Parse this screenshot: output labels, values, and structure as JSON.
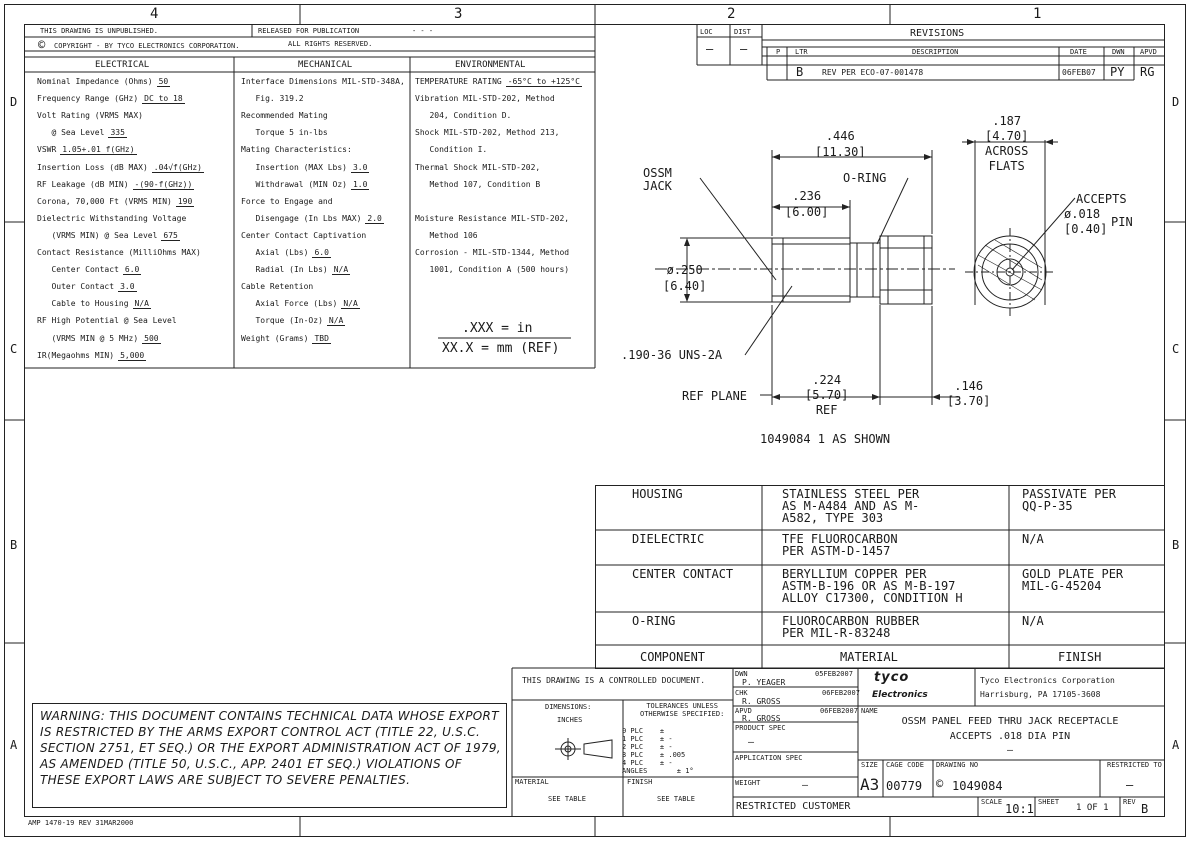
{
  "zones": {
    "cols": [
      "4",
      "3",
      "2",
      "1"
    ],
    "rows": [
      "D",
      "C",
      "B",
      "A"
    ]
  },
  "top_block": {
    "unpublished": "THIS DRAWING IS UNPUBLISHED.",
    "copyright": "COPYRIGHT  -      BY TYCO ELECTRONICS CORPORATION.",
    "released": "RELEASED FOR PUBLICATION",
    "released_dash": "- - -",
    "rights": "ALL RIGHTS RESERVED."
  },
  "revisions": {
    "loc_label": "LOC",
    "dist_label": "DIST",
    "loc_val": "—",
    "dist_val": "—",
    "title": "REVISIONS",
    "p_label": "P",
    "headers": [
      "LTR",
      "DESCRIPTION",
      "DATE",
      "DWN",
      "APVD"
    ],
    "row": [
      "B",
      "REV PER ECO-07-001478",
      "06FEB07",
      "PY",
      "RG"
    ]
  },
  "electrical": {
    "title": "ELECTRICAL",
    "lines": [
      {
        "label": "Nominal Impedance (Ohms)",
        "value": "50"
      },
      {
        "label": "Frequency Range (GHz)",
        "value": "DC to 18"
      },
      {
        "label": "Volt Rating (VRMS MAX)",
        "value": ""
      },
      {
        "label": "   @ Sea Level",
        "value": "335"
      },
      {
        "label": "VSWR",
        "value": "1.05+.01 f(GHz)"
      },
      {
        "label": "Insertion Loss (dB MAX)",
        "value": ".04√f(GHz)"
      },
      {
        "label": "RF Leakage (dB MIN)",
        "value": "-(90-f(GHz))"
      },
      {
        "label": "Corona, 70,000 Ft (VRMS MIN)",
        "value": "190"
      },
      {
        "label": "Dielectric Withstanding Voltage",
        "value": ""
      },
      {
        "label": "   (VRMS MIN) @ Sea Level",
        "value": "675"
      },
      {
        "label": "Contact Resistance (MilliOhms MAX)",
        "value": ""
      },
      {
        "label": "   Center Contact",
        "value": "6.0"
      },
      {
        "label": "   Outer Contact",
        "value": "3.0"
      },
      {
        "label": "   Cable to Housing",
        "value": "N/A"
      },
      {
        "label": "RF High Potential @ Sea Level",
        "value": ""
      },
      {
        "label": "   (VRMS MIN @ 5 MHz)",
        "value": "500"
      },
      {
        "label": "IR(Megaohms MIN)",
        "value": "5,000"
      }
    ]
  },
  "mechanical": {
    "title": "MECHANICAL",
    "lines": [
      {
        "label": "Interface Dimensions MIL-STD-348A,",
        "value": ""
      },
      {
        "label": "   Fig. 319.2",
        "value": ""
      },
      {
        "label": "Recommended Mating",
        "value": ""
      },
      {
        "label": "   Torque 5 in-lbs",
        "value": ""
      },
      {
        "label": "Mating Characteristics:",
        "value": ""
      },
      {
        "label": "   Insertion (MAX Lbs)",
        "value": "3.0"
      },
      {
        "label": "   Withdrawal (MIN Oz)",
        "value": "1.0"
      },
      {
        "label": "Force to Engage and",
        "value": ""
      },
      {
        "label": "   Disengage (In Lbs MAX)",
        "value": "2.0"
      },
      {
        "label": "Center Contact Captivation",
        "value": ""
      },
      {
        "label": "   Axial (Lbs)",
        "value": "6.0"
      },
      {
        "label": "   Radial (In Lbs)",
        "value": "N/A"
      },
      {
        "label": "Cable Retention",
        "value": ""
      },
      {
        "label": "   Axial Force (Lbs)",
        "value": "N/A"
      },
      {
        "label": "   Torque (In-Oz)",
        "value": "N/A"
      },
      {
        "label": "Weight (Grams)",
        "value": "TBD"
      }
    ]
  },
  "environmental": {
    "title": "ENVIRONMENTAL",
    "lines": [
      {
        "label": "TEMPERATURE RATING",
        "value": "-65°C to +125°C"
      },
      {
        "label": "Vibration MIL-STD-202, Method",
        "value": ""
      },
      {
        "label": "   204, Condition D.",
        "value": ""
      },
      {
        "label": "Shock MIL-STD-202, Method 213,",
        "value": ""
      },
      {
        "label": "   Condition I.",
        "value": ""
      },
      {
        "label": "Thermal Shock MIL-STD-202,",
        "value": ""
      },
      {
        "label": "   Method 107, Condition B",
        "value": ""
      },
      {
        "label": "",
        "value": ""
      },
      {
        "label": "Moisture Resistance MIL-STD-202,",
        "value": ""
      },
      {
        "label": "   Method 106",
        "value": ""
      },
      {
        "label": "Corrosion - MIL-STD-1344, Method",
        "value": ""
      },
      {
        "label": "   1001, Condition A (500 hours)",
        "value": ""
      }
    ]
  },
  "units_note": {
    "line1": ".XXX = in",
    "line2": "XX.X = mm (REF)"
  },
  "drawing": {
    "ossm_jack": [
      "OSSM",
      "JACK"
    ],
    "oring": "O-RING",
    "dim_446": [
      ".446",
      "[11.30]"
    ],
    "dim_236": [
      ".236",
      "[6.00]"
    ],
    "dim_250": [
      "ø.250",
      "[6.40]"
    ],
    "thread": ".190-36 UNS-2A",
    "ref_plane": "REF PLANE",
    "dim_224": [
      ".224",
      "[5.70]",
      "REF"
    ],
    "dim_146": [
      ".146",
      "[3.70]"
    ],
    "dim_187": [
      ".187",
      "[4.70]",
      "ACROSS",
      "FLATS"
    ],
    "accepts": [
      "ACCEPTS",
      "ø.018",
      "[0.40]",
      "PIN"
    ],
    "part_caption": "1049084  1 AS SHOWN"
  },
  "materials": {
    "rows": [
      {
        "component": "HOUSING",
        "material": [
          "STAINLESS STEEL PER",
          "AS M-A484 AND AS M-",
          "A582, TYPE 303"
        ],
        "finish": [
          "PASSIVATE PER",
          "QQ-P-35"
        ]
      },
      {
        "component": "DIELECTRIC",
        "material": [
          "TFE FLUOROCARBON",
          "PER ASTM-D-1457"
        ],
        "finish": [
          "N/A"
        ]
      },
      {
        "component": "CENTER CONTACT",
        "material": [
          "BERYLLIUM COPPER PER",
          "ASTM-B-196 OR AS M-B-197",
          "ALLOY C17300, CONDITION H"
        ],
        "finish": [
          "GOLD PLATE PER",
          "MIL-G-45204"
        ]
      },
      {
        "component": "O-RING",
        "material": [
          "FLUOROCARBON RUBBER",
          "PER MIL-R-83248"
        ],
        "finish": [
          "N/A"
        ]
      }
    ],
    "headers": [
      "COMPONENT",
      "MATERIAL",
      "FINISH"
    ]
  },
  "title_block": {
    "controlled": "THIS DRAWING IS A CONTROLLED DOCUMENT.",
    "dim_label": "DIMENSIONS:",
    "dim_unit": "INCHES",
    "tol_label": [
      "TOLERANCES UNLESS",
      "OTHERWISE SPECIFIED:"
    ],
    "tol_lines": [
      "0 PLC    ±",
      "1 PLC    ± -",
      "2 PLC    ± -",
      "3 PLC    ± .005",
      "4 PLC    ± -",
      "ANGLES       ± 1°"
    ],
    "material_label": "MATERIAL",
    "finish_label": "FINISH",
    "material_val": "SEE TABLE",
    "finish_val": "SEE TABLE",
    "dwn_label": "DWN",
    "dwn_name": "P. YEAGER",
    "dwn_date": "05FEB2007",
    "chk_label": "CHK",
    "chk_name": "R. GROSS",
    "chk_date": "06FEB2007",
    "apvd_label": "APVD",
    "apvd_name": "R. GROSS",
    "apvd_date": "06FEB2007",
    "product_spec_label": "PRODUCT SPEC",
    "product_spec_val": "—",
    "app_spec_label": "APPLICATION SPEC",
    "weight_label": "WEIGHT",
    "weight_val": "—",
    "restricted": "RESTRICTED CUSTOMER",
    "company": [
      "Tyco Electronics Corporation",
      "Harrisburg, PA 17105-3608"
    ],
    "logo_top": "tyco",
    "logo_bottom": "Electronics",
    "name_label": "NAME",
    "name_lines": [
      "OSSM PANEL FEED THRU JACK RECEPTACLE",
      "ACCEPTS .018 DIA PIN",
      "—"
    ],
    "size_label": "SIZE",
    "cage_label": "CAGE CODE",
    "dwgno_label": "DRAWING NO",
    "restricted_to_label": "RESTRICTED TO",
    "size_val": "A3",
    "cage_val": "00779",
    "dwg_val": "1049084",
    "restricted_to_val": "—",
    "scale_label": "SCALE",
    "scale_val": "10:1",
    "sheet_label": "SHEET",
    "sheet_val": "1 OF 1",
    "rev_label": "REV",
    "rev_val": "B"
  },
  "warning": "WARNING: THIS DOCUMENT CONTAINS TECHNICAL DATA WHOSE EXPORT IS RESTRICTED BY THE ARMS EXPORT CONTROL ACT (TITLE 22, U.S.C. SECTION 2751, ET SEQ.) OR THE EXPORT ADMINISTRATION ACT OF 1979, AS AMENDED (TITLE 50, U.S.C., APP. 2401 ET SEQ.) VIOLATIONS OF THESE EXPORT LAWS ARE SUBJECT TO SEVERE PENALTIES.",
  "footer": "AMP 1470-19 REV 31MAR2000"
}
